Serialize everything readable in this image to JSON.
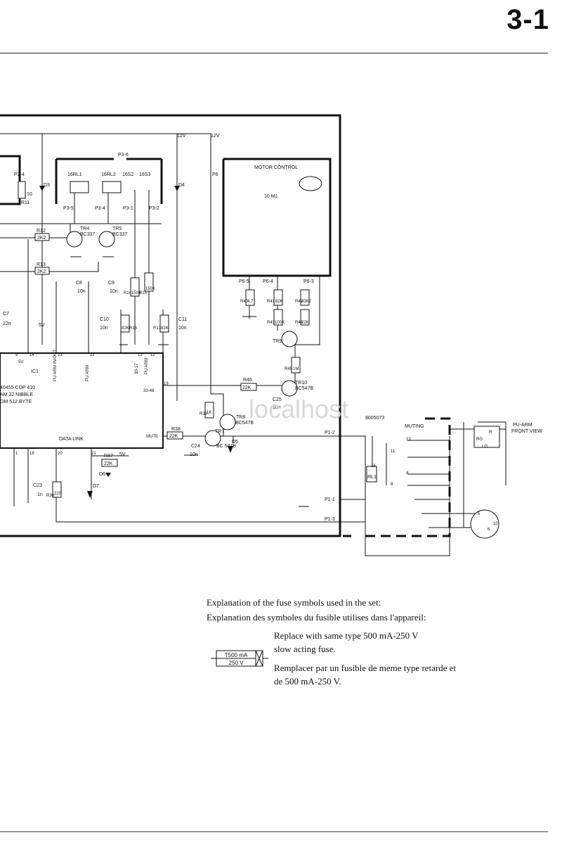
{
  "page": {
    "number": "3-1"
  },
  "schematic": {
    "supply": "12V",
    "connectors": [
      "P2-4",
      "P3-6",
      "P3-5",
      "P3-4",
      "P3-1",
      "P3-2",
      "P6",
      "P6-5",
      "P6-4",
      "P6-3",
      "P1-2",
      "P1-1",
      "P1-3"
    ],
    "relays": [
      "16RL1",
      "16RL2",
      "16S2",
      "16S3"
    ],
    "diodes": [
      "D3",
      "D4",
      "D5",
      "D6",
      "D7"
    ],
    "resistors": [
      {
        "ref": "R11",
        "value": "10"
      },
      {
        "ref": "R12",
        "value": "2K2"
      },
      {
        "ref": "R13",
        "value": "2K2"
      },
      {
        "ref": "R14",
        "value": "150K"
      },
      {
        "ref": "R15",
        "value": "150K"
      },
      {
        "ref": "R16",
        "value": "82K"
      },
      {
        "ref": "R17",
        "value": "82K"
      },
      {
        "ref": "R37",
        "value": "22K"
      },
      {
        "ref": "R38",
        "value": "22K"
      },
      {
        "ref": "R39",
        "value": "1K"
      },
      {
        "ref": "R40",
        "value": "4,7"
      },
      {
        "ref": "R41",
        "value": "82K"
      },
      {
        "ref": "R42",
        "value": "43K2"
      },
      {
        "ref": "R43",
        "value": "100K"
      },
      {
        "ref": "R44",
        "value": "22K"
      },
      {
        "ref": "R45",
        "value": "1M"
      },
      {
        "ref": "R46",
        "value": "22K"
      },
      {
        "ref": "R36",
        "value": "220"
      }
    ],
    "capacitors": [
      {
        "ref": "C7",
        "value": "22n"
      },
      {
        "ref": "C8",
        "value": "10n"
      },
      {
        "ref": "C9",
        "value": "10n"
      },
      {
        "ref": "C10",
        "value": "10n"
      },
      {
        "ref": "C11",
        "value": "10n"
      },
      {
        "ref": "C23",
        "value": "1n"
      },
      {
        "ref": "C24",
        "value": "10n"
      },
      {
        "ref": "C25",
        "value": "10n"
      }
    ],
    "transistors": [
      {
        "ref": "TR4",
        "type": "BC337"
      },
      {
        "ref": "TR5",
        "type": "BC337"
      },
      {
        "ref": "TR7",
        "type": "BC\n547B"
      },
      {
        "ref": "TR8",
        "type": "BC547B"
      },
      {
        "ref": "TR9",
        "type": ""
      },
      {
        "ref": "TR10",
        "type": "BC547B"
      }
    ],
    "ic": {
      "ref": "IC1",
      "line1": "40455  COP 410",
      "line2": "AM  32  NIBBLE",
      "line3": "OM  512  BYTE",
      "pins": [
        "9",
        "14",
        "23",
        "22",
        "13",
        "12",
        "19",
        "33-48",
        "MUTE",
        "1",
        "18",
        "20",
        "21"
      ]
    },
    "pin_labels": [
      "PU ARM IN/OUT",
      "PU ARM",
      "30-17",
      "PU ARM"
    ],
    "motor": {
      "title": "MOTOR CONTROL",
      "label": "10 M1"
    },
    "data_link": "DATA LINK",
    "muting": {
      "label": "MUTING",
      "board": "8005073",
      "relay": "RL1",
      "pins": [
        "16",
        "13",
        "4",
        "11",
        "8"
      ]
    },
    "pu_arm_view": {
      "title": "PU-ARM",
      "subtitle": "FRONT VIEW",
      "parts": [
        "R",
        "RG",
        "LG",
        "5",
        "6",
        "10"
      ]
    },
    "voltages": [
      "5V",
      "5V",
      "5V"
    ],
    "watermark": "localhost"
  },
  "fuse": {
    "heading_en": "Explanation of the fuse symbols used in the set:",
    "heading_fr": "Explanation des symboles du fusible utilises dans l'appareil:",
    "symbol_top": "T500 mA",
    "symbol_bottom": "250 V",
    "desc_en_1": "Replace with same type 500 mA-250 V",
    "desc_en_2": "slow acting fuse.",
    "desc_fr_1": "Remplacer par un fusible de meme type retarde et",
    "desc_fr_2": "de 500 mA-250 V."
  }
}
